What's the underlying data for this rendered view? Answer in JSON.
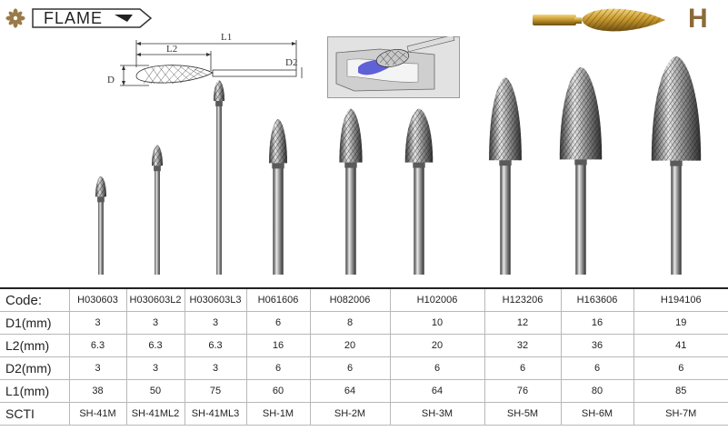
{
  "header": {
    "title": "FLAME",
    "series_letter": "H",
    "icons": [
      "flower-icon",
      "chevron-down-icon"
    ]
  },
  "diagram": {
    "labels": {
      "l1": "L1",
      "l2": "L2",
      "d1": "D",
      "d2": "D2"
    }
  },
  "colors": {
    "gold": "#c99a2e",
    "series_letter": "#8b6a3a",
    "rule": "#222222"
  },
  "table": {
    "row_headers": [
      "Code:",
      "D1(mm)",
      "L2(mm)",
      "D2(mm)",
      "L1(mm)",
      "SCTI"
    ],
    "codes": [
      "H030603",
      "H030603L2",
      "H030603L3",
      "H061606",
      "H082006",
      "H102006",
      "H123206",
      "H163606",
      "H194106"
    ],
    "d1": [
      "3",
      "3",
      "3",
      "6",
      "8",
      "10",
      "12",
      "16",
      "19"
    ],
    "l2": [
      "6.3",
      "6.3",
      "6.3",
      "16",
      "20",
      "20",
      "32",
      "36",
      "41"
    ],
    "d2": [
      "3",
      "3",
      "3",
      "6",
      "6",
      "6",
      "6",
      "6",
      "6"
    ],
    "l1": [
      "38",
      "50",
      "75",
      "60",
      "64",
      "64",
      "76",
      "80",
      "85"
    ],
    "scti": [
      "SH-41M",
      "SH-41ML2",
      "SH-41ML3",
      "SH-1M",
      "SH-2M",
      "SH-3M",
      "SH-5M",
      "SH-6M",
      "SH-7M"
    ]
  }
}
